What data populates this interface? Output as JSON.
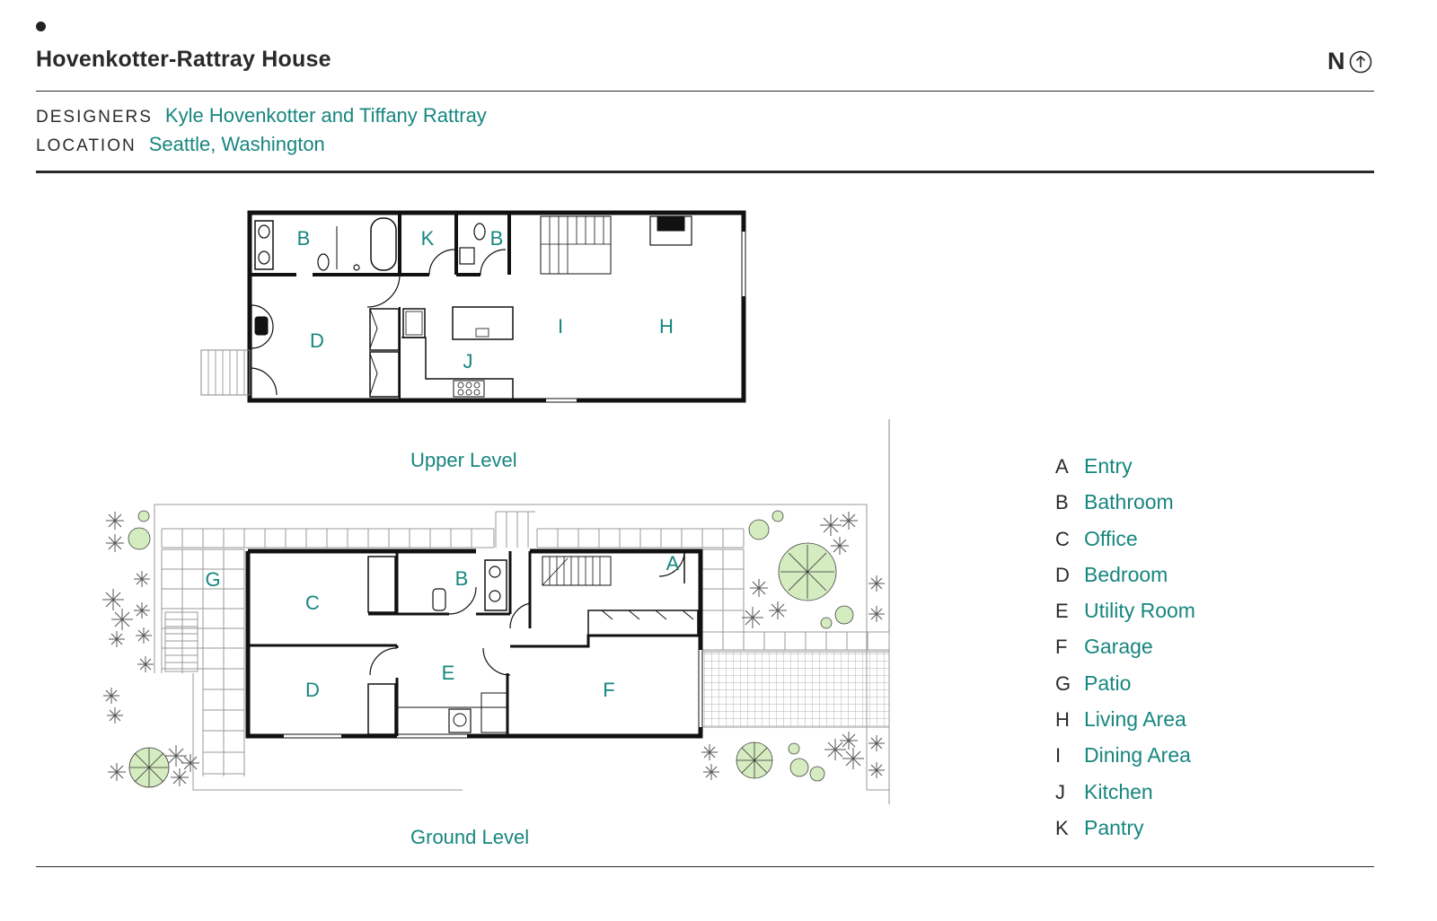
{
  "header": {
    "title": "Hovenkotter-Rattray House",
    "north_label": "N",
    "north_icon": "north-arrow-icon"
  },
  "meta": {
    "designers_key": "DESIGNERS",
    "designers_value": "Kyle Hovenkotter and Tiffany Rattray",
    "location_key": "LOCATION",
    "location_value": "Seattle, Washington"
  },
  "plans": {
    "upper": {
      "caption": "Upper Level",
      "rooms": [
        "B",
        "K",
        "B",
        "D",
        "I",
        "H",
        "J"
      ]
    },
    "ground": {
      "caption": "Ground Level",
      "rooms": [
        "G",
        "C",
        "B",
        "A",
        "E",
        "D",
        "F"
      ]
    }
  },
  "legend": [
    {
      "letter": "A",
      "label": "Entry"
    },
    {
      "letter": "B",
      "label": "Bathroom"
    },
    {
      "letter": "C",
      "label": "Office"
    },
    {
      "letter": "D",
      "label": "Bedroom"
    },
    {
      "letter": "E",
      "label": "Utility Room"
    },
    {
      "letter": "F",
      "label": "Garage"
    },
    {
      "letter": "G",
      "label": "Patio"
    },
    {
      "letter": "H",
      "label": "Living Area"
    },
    {
      "letter": "I",
      "label": "Dining Area"
    },
    {
      "letter": "J",
      "label": "Kitchen"
    },
    {
      "letter": "K",
      "label": "Pantry"
    }
  ],
  "colors": {
    "accent": "#17867f",
    "ink": "#2a2a2a",
    "tree": "#d4ecc0"
  }
}
